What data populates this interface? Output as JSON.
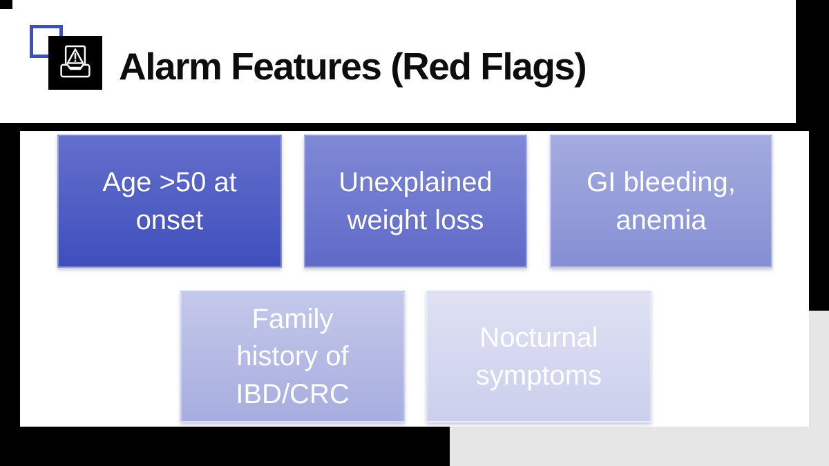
{
  "slide": {
    "title": "Alarm Features (Red Flags)",
    "header_icon": "alert-inbox-icon",
    "boxes": [
      {
        "label": "Age >50 at\nonset",
        "colors": [
          "#6470cd",
          "#3f4ebc"
        ]
      },
      {
        "label": "Unexplained\nweight loss",
        "colors": [
          "#8089d6",
          "#5f6ac8"
        ]
      },
      {
        "label": "GI bleeding,\nanemia",
        "colors": [
          "#a4abdf",
          "#868fd4"
        ]
      },
      {
        "label": "Family\nhistory of\nIBD/CRC",
        "colors": [
          "#c4c8ea",
          "#a7addf"
        ]
      },
      {
        "label": "Nocturnal\nsymptoms",
        "colors": [
          "#dfe1f3",
          "#cbcfec"
        ]
      }
    ],
    "accent_colors": {
      "emblem_outline": "#3d4fbc",
      "emblem_background": "#000000",
      "frame": "#000000",
      "side_panel_gray": "#e6e6e6",
      "box_text": "#ffffff",
      "title_text": "#0d0d0d"
    }
  }
}
